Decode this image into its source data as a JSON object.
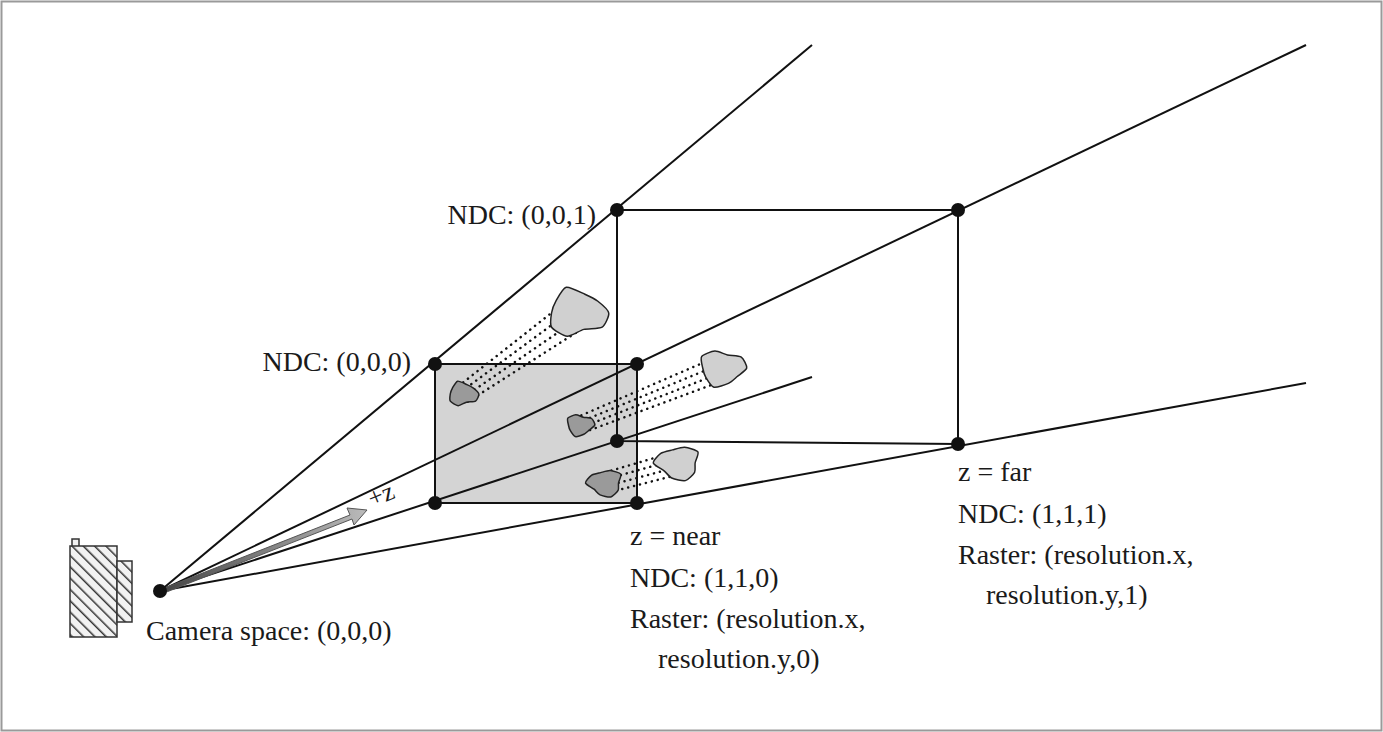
{
  "diagram": {
    "labels": [
      "NDC: (0,0,1)",
      "NDC: (0,0,0)",
      "+z",
      "Camera space: (0,0,0)",
      "z = near",
      "NDC: (1,1,0)",
      "Raster: (resolution.x, resolution.y,0)",
      "z = far",
      "NDC: (1,1,1)",
      "Raster: (resolution.x, resolution.y,1)"
    ]
  }
}
